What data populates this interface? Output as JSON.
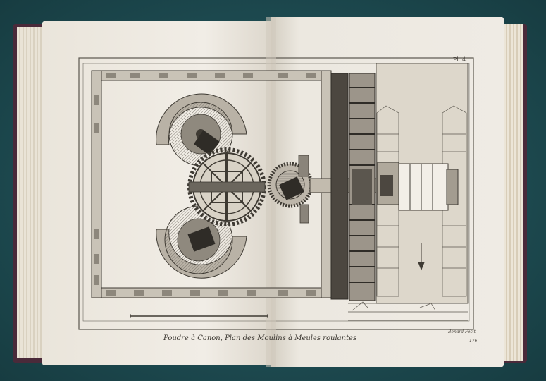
{
  "image": {
    "subject": "open-book-engraving",
    "plate_number": "Pl. 4.",
    "caption": "Poudre à Canon, Plan des Moulins à Meules roulantes",
    "engraver_signature": "Benard Fecit",
    "page_number": "176"
  },
  "colors": {
    "background": "#1f4f55",
    "paper": "#efebe4",
    "ink": "#3a3630"
  }
}
